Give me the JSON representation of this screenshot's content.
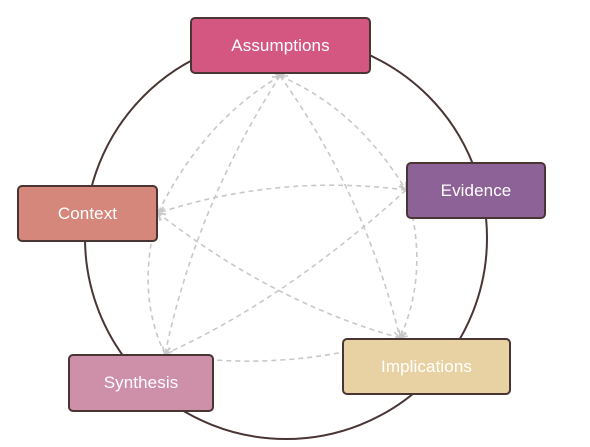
{
  "diagram": {
    "nodes": [
      {
        "id": "assumptions",
        "label": "Assumptions",
        "color": "#d45782"
      },
      {
        "id": "evidence",
        "label": "Evidence",
        "color": "#8d6296"
      },
      {
        "id": "implications",
        "label": "Implications",
        "color": "#e8d2a4"
      },
      {
        "id": "synthesis",
        "label": "Synthesis",
        "color": "#ce90a9"
      },
      {
        "id": "context",
        "label": "Context",
        "color": "#d6877c"
      }
    ],
    "edges": [
      {
        "from": "assumptions",
        "to": "evidence"
      },
      {
        "from": "assumptions",
        "to": "implications"
      },
      {
        "from": "assumptions",
        "to": "synthesis"
      },
      {
        "from": "assumptions",
        "to": "context"
      },
      {
        "from": "evidence",
        "to": "implications"
      },
      {
        "from": "evidence",
        "to": "synthesis"
      },
      {
        "from": "evidence",
        "to": "context"
      },
      {
        "from": "implications",
        "to": "synthesis"
      },
      {
        "from": "implications",
        "to": "context"
      },
      {
        "from": "synthesis",
        "to": "context"
      }
    ],
    "colors": {
      "ring": "#4a3535",
      "edge": "#c8c8c8",
      "node_border": "#4a3535"
    }
  }
}
